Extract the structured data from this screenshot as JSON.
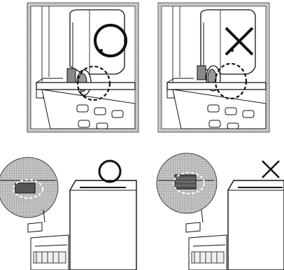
{
  "diagram": {
    "panels": [
      {
        "id": "top-left",
        "mark": "circle",
        "meaning": "correct"
      },
      {
        "id": "top-right",
        "mark": "cross",
        "meaning": "incorrect"
      },
      {
        "id": "bottom-left",
        "mark": "circle",
        "meaning": "correct"
      },
      {
        "id": "bottom-right",
        "mark": "cross",
        "meaning": "incorrect"
      }
    ],
    "colors": {
      "line": "#111111",
      "screen": "#bdbdbd",
      "paper": "#ffffff"
    }
  }
}
